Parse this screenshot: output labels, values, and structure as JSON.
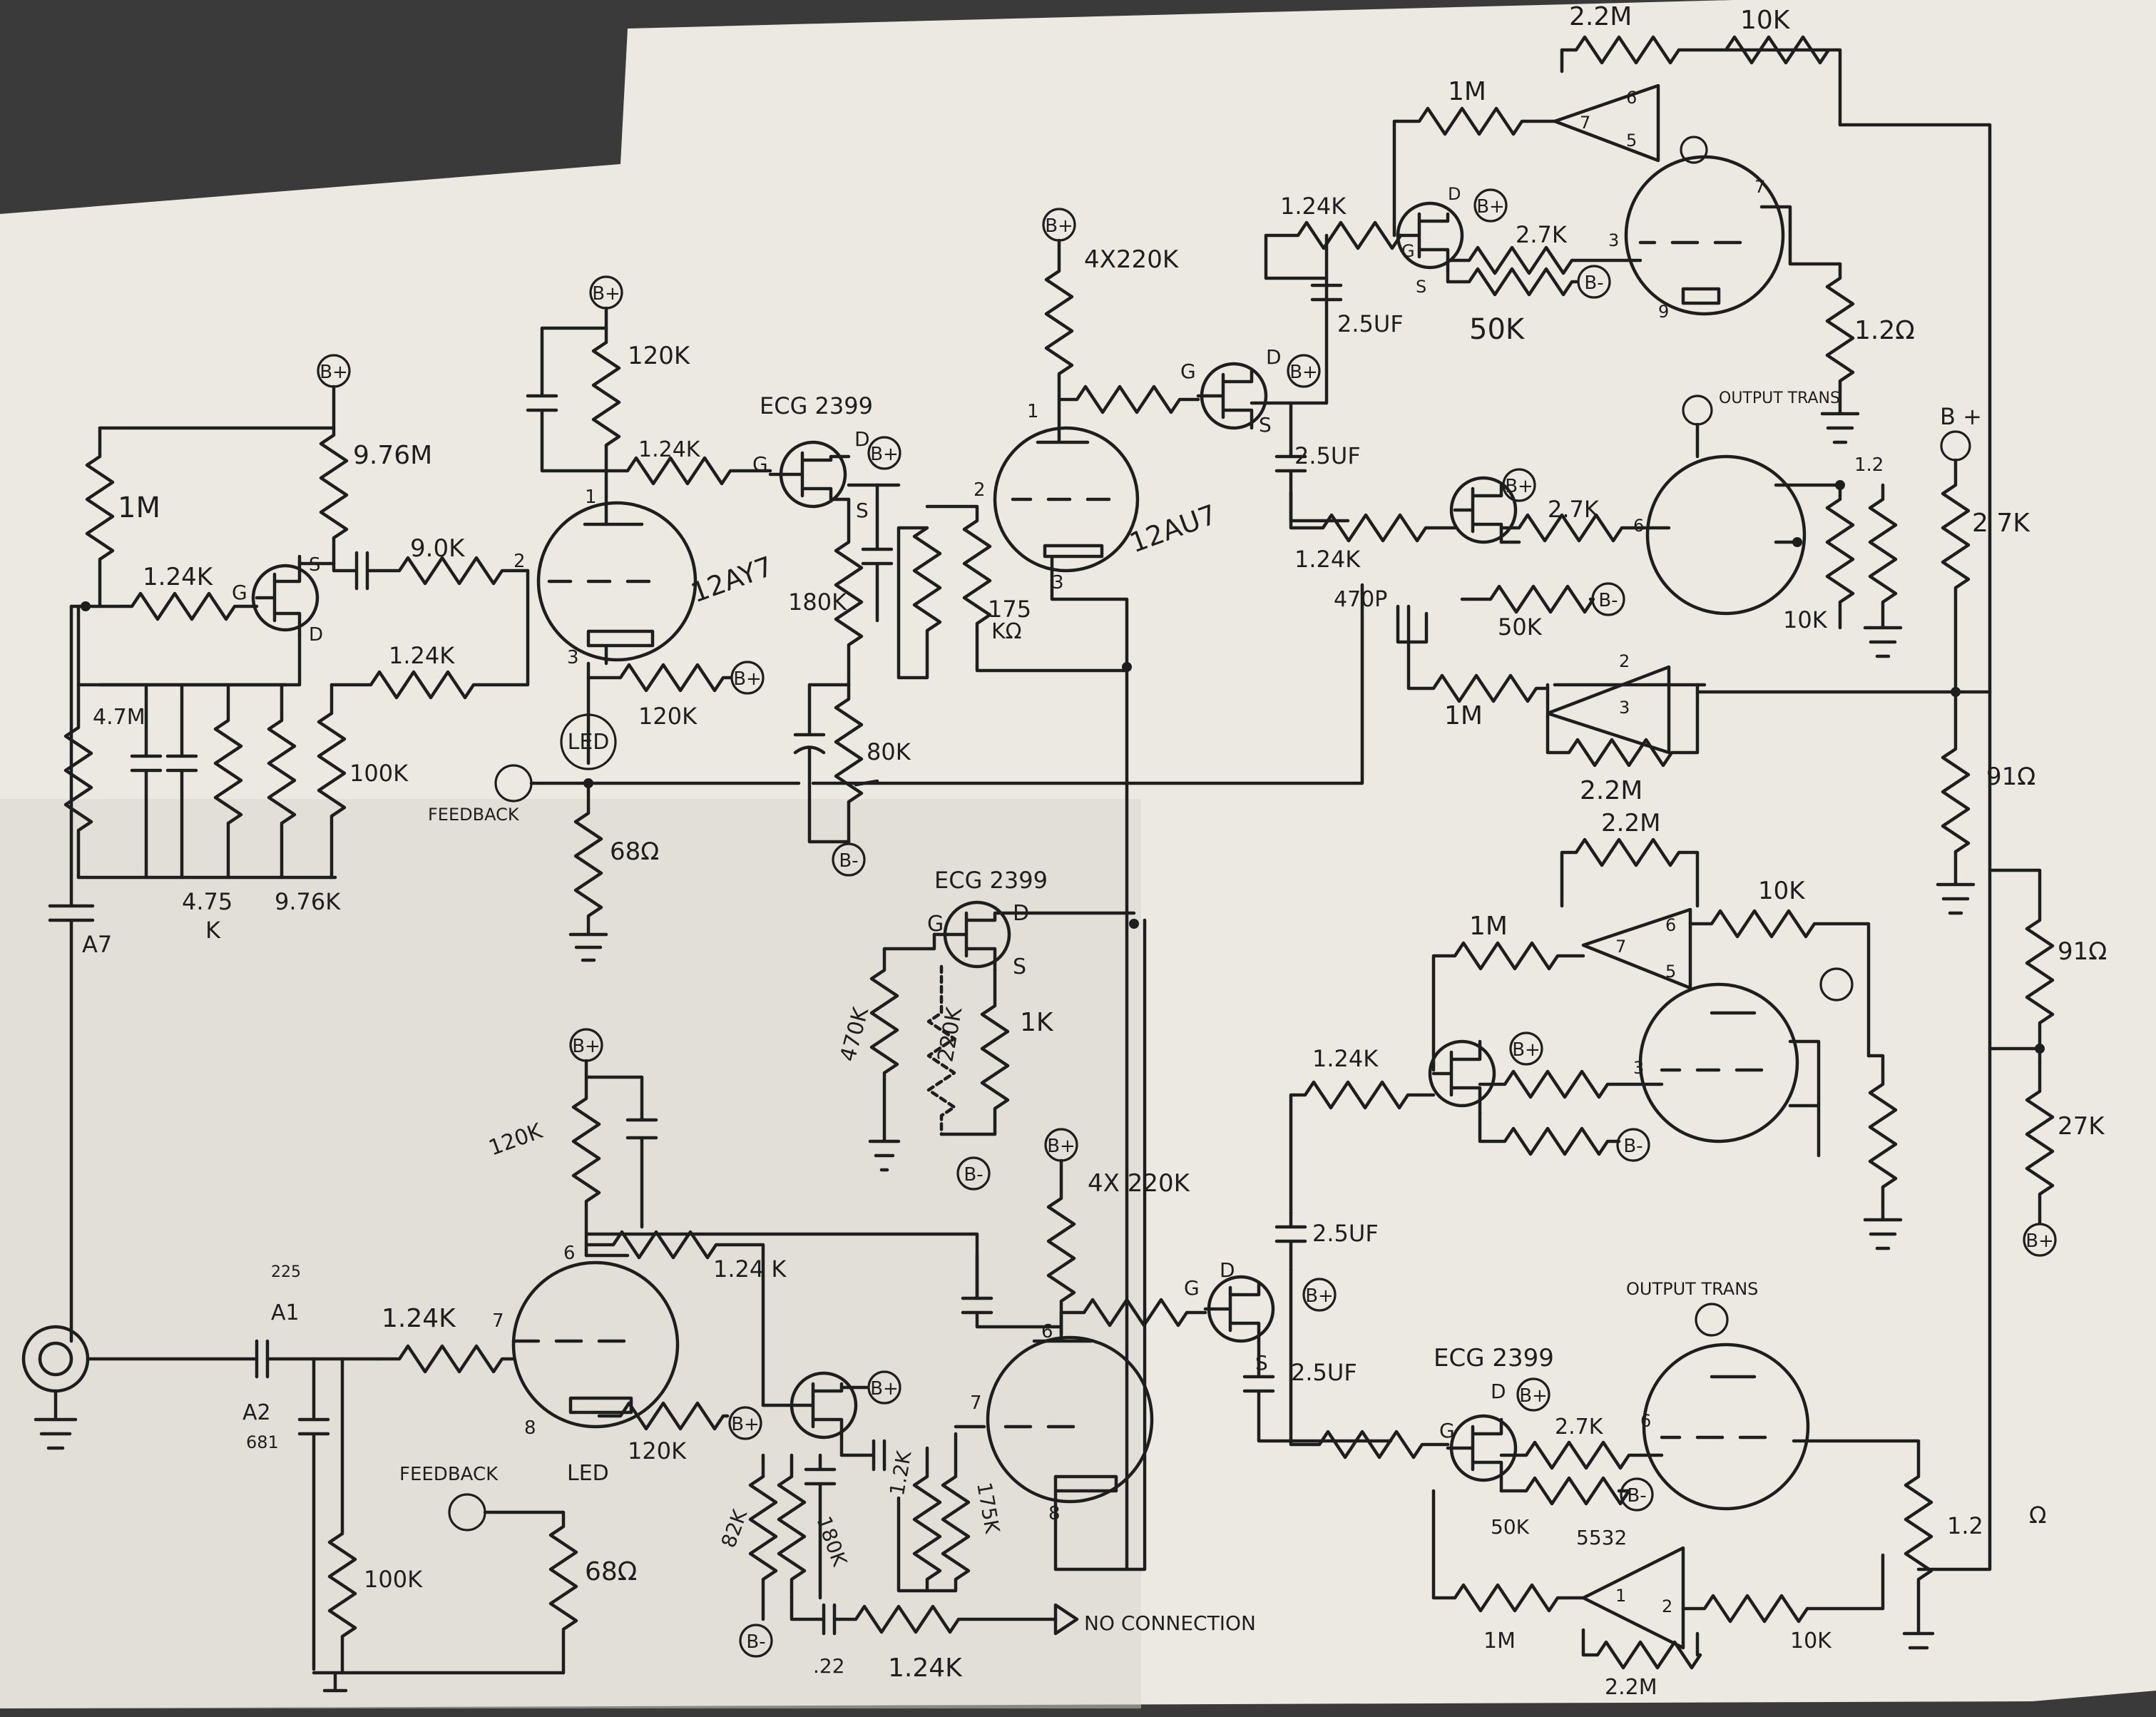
{
  "supply_labels": {
    "bplus": "B+",
    "bminus": "B-",
    "bplus_spaced": "B +"
  },
  "tube_types": {
    "v1": "12AY7",
    "v2": "12AU7"
  },
  "part_number": "ECG 2399",
  "opamp_part": "5532",
  "labels": {
    "led": "LED",
    "feedback": "FEEDBACK",
    "output_trans": "OUTPUT TRANS",
    "no_connection": "NO CONNECTION",
    "a7": "A7",
    "a1": "A1",
    "a2": "A2",
    "a1_num": "225",
    "a2_num": "681"
  },
  "pins": {
    "g": "G",
    "d": "D",
    "s": "S",
    "p1": "1",
    "p2": "2",
    "p3": "3",
    "p5": "5",
    "p6": "6",
    "p7": "7",
    "p8": "8",
    "p9": "9"
  },
  "values": {
    "r_1m": "1M",
    "r_976m": "9.76M",
    "r_124k": "1.24K",
    "r_124k_wide": "1.24 K",
    "r_47m": "4.7M",
    "r_475": "4.75",
    "r_475_k": "K",
    "r_976k": "9.76K",
    "r_100k": "100K",
    "r_90k": "9.0K",
    "r_120k": "120K",
    "r_68": "68Ω",
    "r_180k": "180K",
    "r_80k": "80K",
    "r_175": "175",
    "r_175_k": "KΩ",
    "r_4x220k": "4X220K",
    "r_4x220k_spaced": "4X 220K",
    "r_22m": "2.2M",
    "r_10k": "10K",
    "r_27k": "2.7K",
    "r_50k": "50K",
    "r_12": "1.2Ω",
    "r_12_plain": "1.2",
    "r_12_unit": "Ω",
    "r_91": "91Ω",
    "r_27k_big": "27K",
    "r_2_7k": "2 7K",
    "r_470k": "470K",
    "r_220k": "220K",
    "r_1k": "1K",
    "r_82k": "82K",
    "r_180k_b": "180K",
    "r_12k": "1.2K",
    "r_175k": "175K",
    "r_50k_b": "50K",
    "r_10k_b": "10K",
    "c_25uf": "2.5UF",
    "c_470p": "470P",
    "c_22": ".22"
  },
  "colors": {
    "ink": "#1e1e1e",
    "paper": "#ece9e2",
    "background": "#3a3a3a"
  }
}
